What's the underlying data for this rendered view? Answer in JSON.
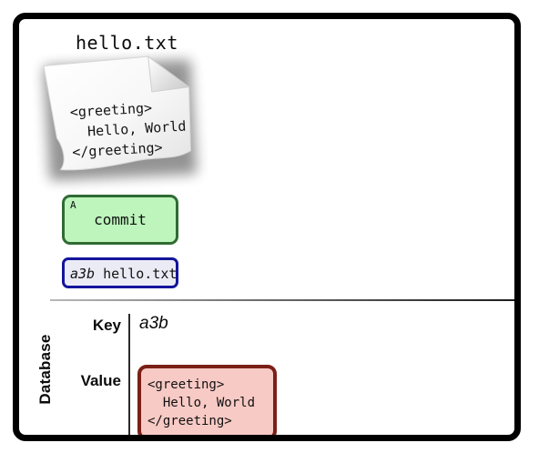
{
  "title": "hello.txt",
  "document": {
    "name": "document-page-icon",
    "content": "<greeting>\n  Hello, World\n</greeting>"
  },
  "commit": {
    "letter": "A",
    "label": "commit",
    "fill_color": "#bdf5bd",
    "border_color": "#2f6b33"
  },
  "blob_ref": {
    "hash": "a3b",
    "filename": " hello.txt",
    "fill_color": "#ebebf6",
    "border_color": "#14149c"
  },
  "database": {
    "section_label": "Database",
    "key_label": "Key",
    "value_label": "Value",
    "key_value": "a3b",
    "value_content": "<greeting>\n  Hello, World\n</greeting>",
    "value_fill_color": "#f8cac5",
    "value_border_color": "#7b1f16"
  }
}
